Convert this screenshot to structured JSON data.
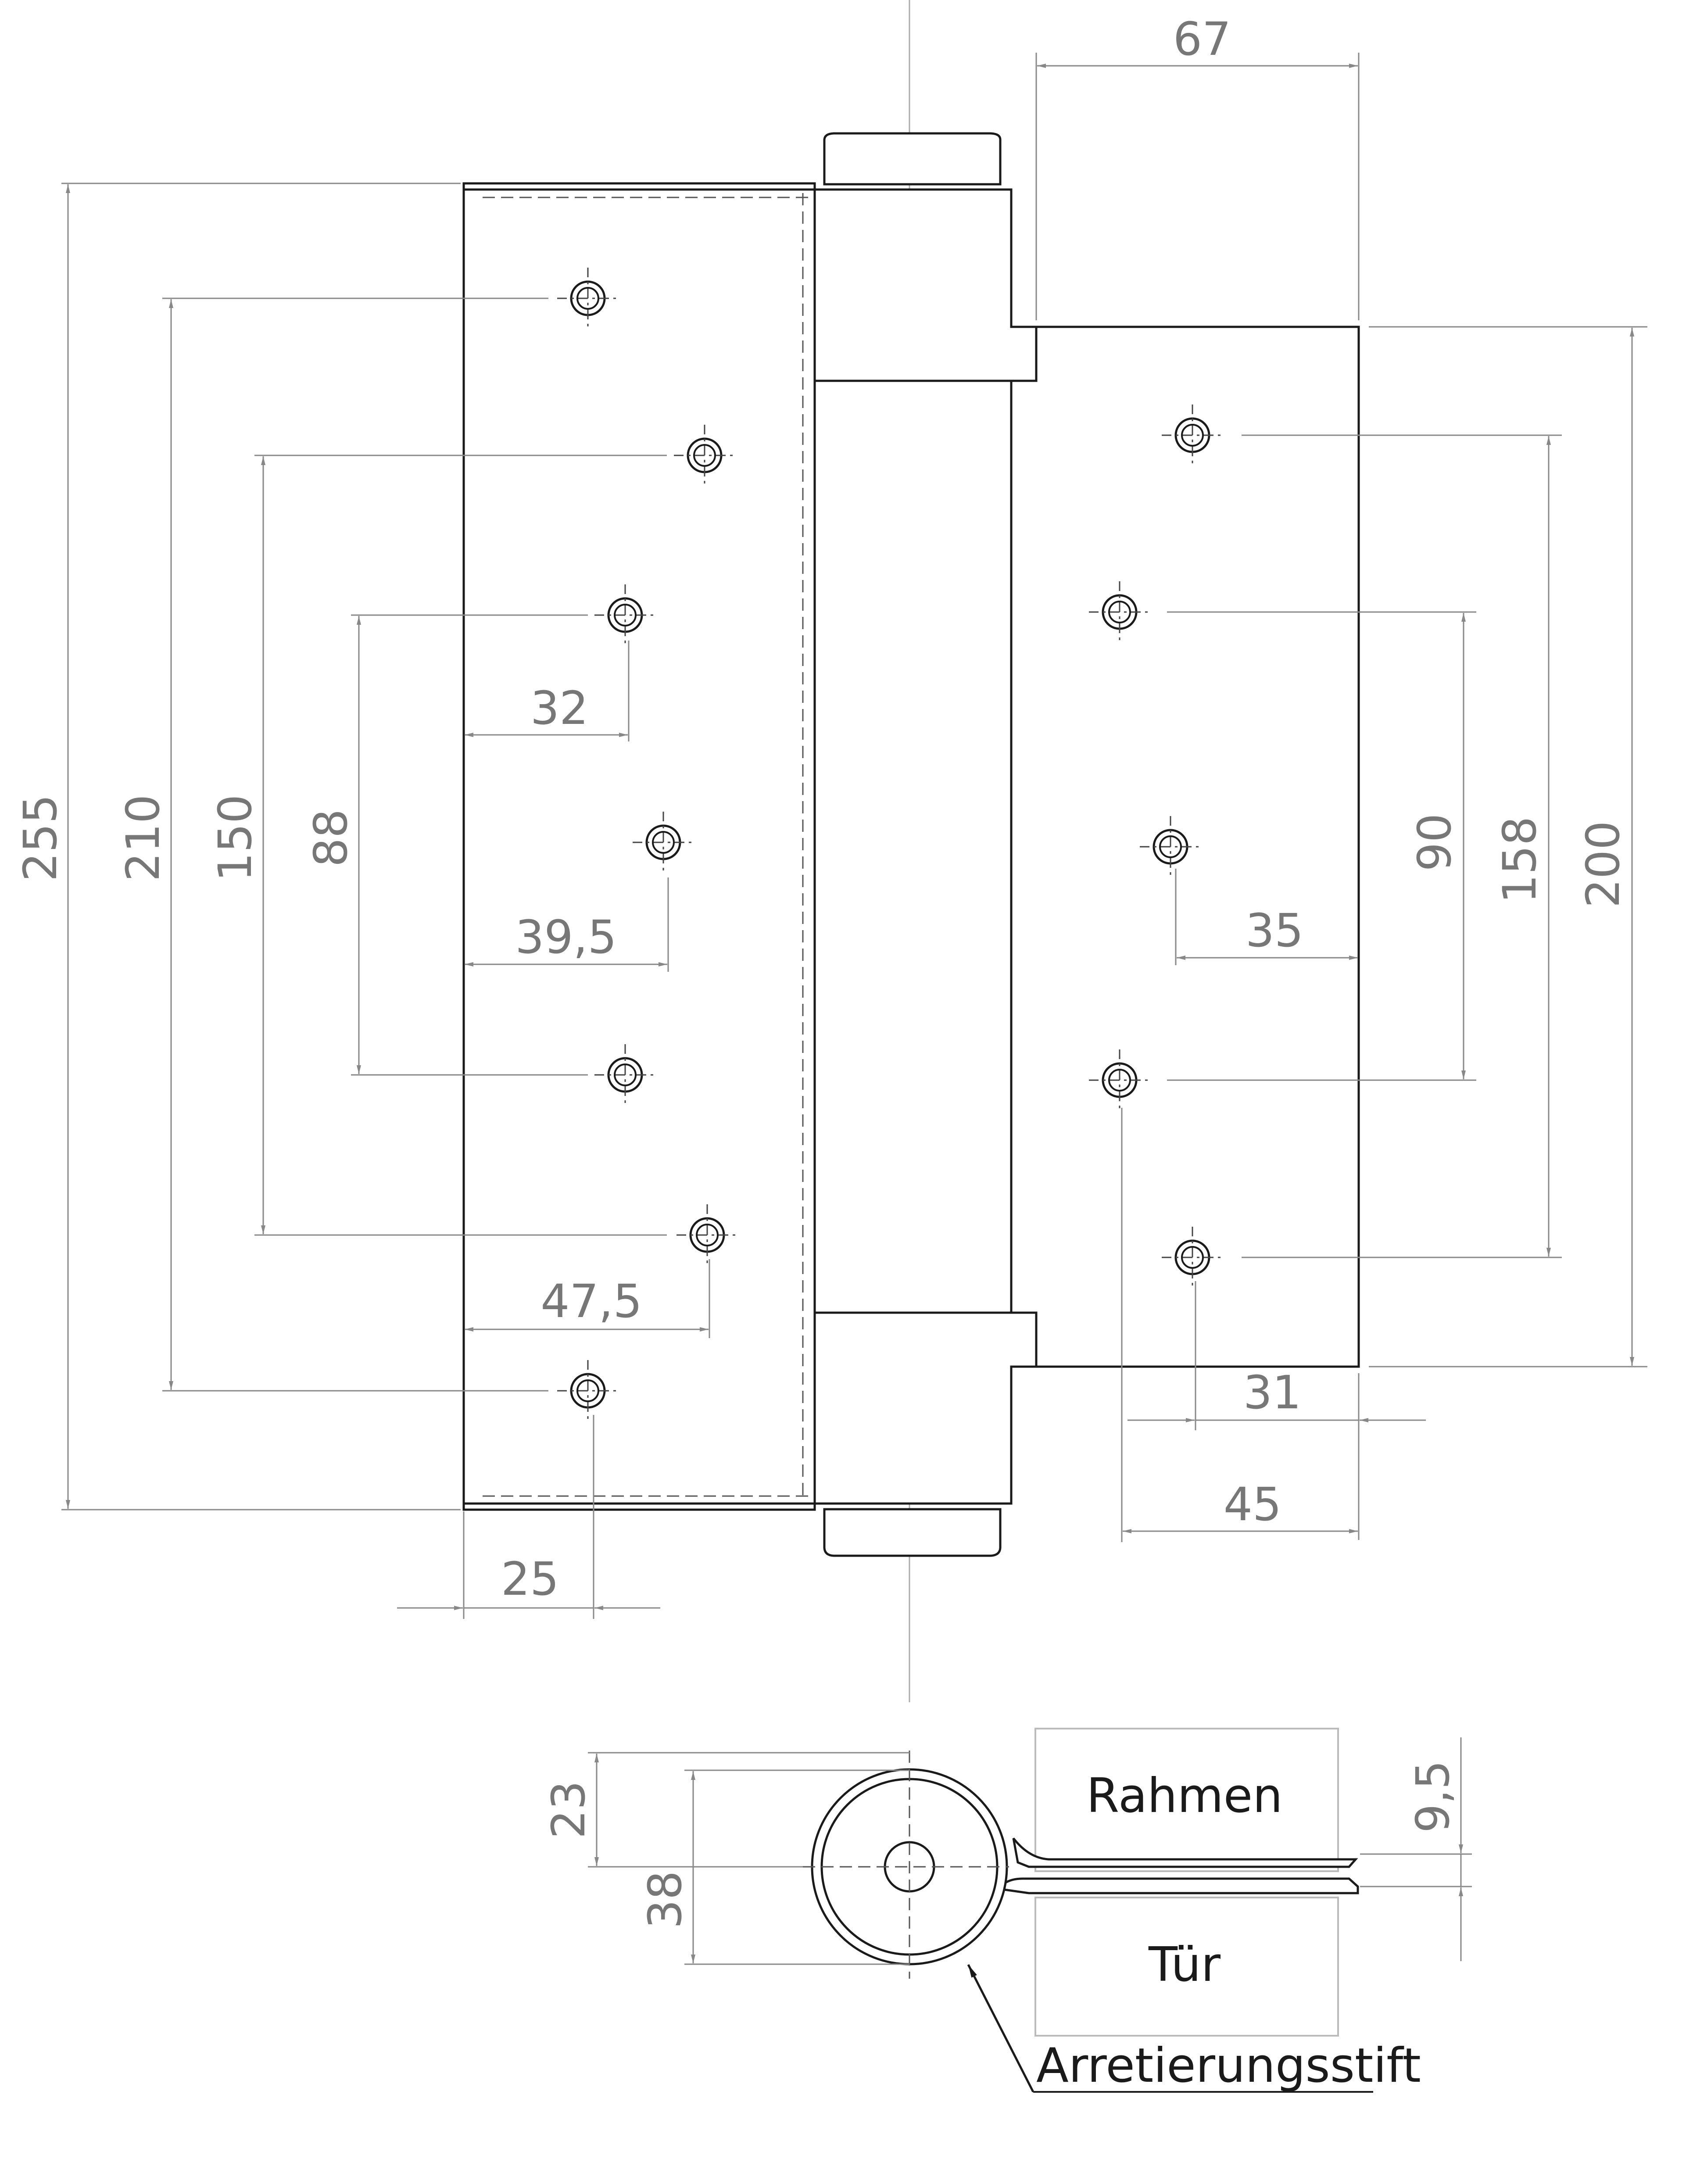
{
  "front_view": {
    "dimensions": {
      "leaf_width_right": "67",
      "total_height": "255",
      "frame_outer_hole_spacing": "210",
      "frame_middle_hole_spacing": "150",
      "frame_inner_hole_spacing": "88",
      "frame_hole_offset_a": "32",
      "frame_hole_offset_b": "39,5",
      "frame_hole_offset_c": "47,5",
      "frame_hole_edge_offset": "25",
      "door_leaf_height": "200",
      "door_outer_hole_spacing": "158",
      "door_inner_hole_spacing": "90",
      "door_hole_offset_a": "35",
      "door_hole_offset_b": "31",
      "door_hole_offset_c": "45"
    }
  },
  "section_view": {
    "dimensions": {
      "pin_offset": "23",
      "barrel_diameter": "38",
      "leaf_thickness": "9,5"
    },
    "labels": {
      "frame": "Rahmen",
      "door": "Tür",
      "locking_pin": "Arretierungsstift"
    }
  }
}
